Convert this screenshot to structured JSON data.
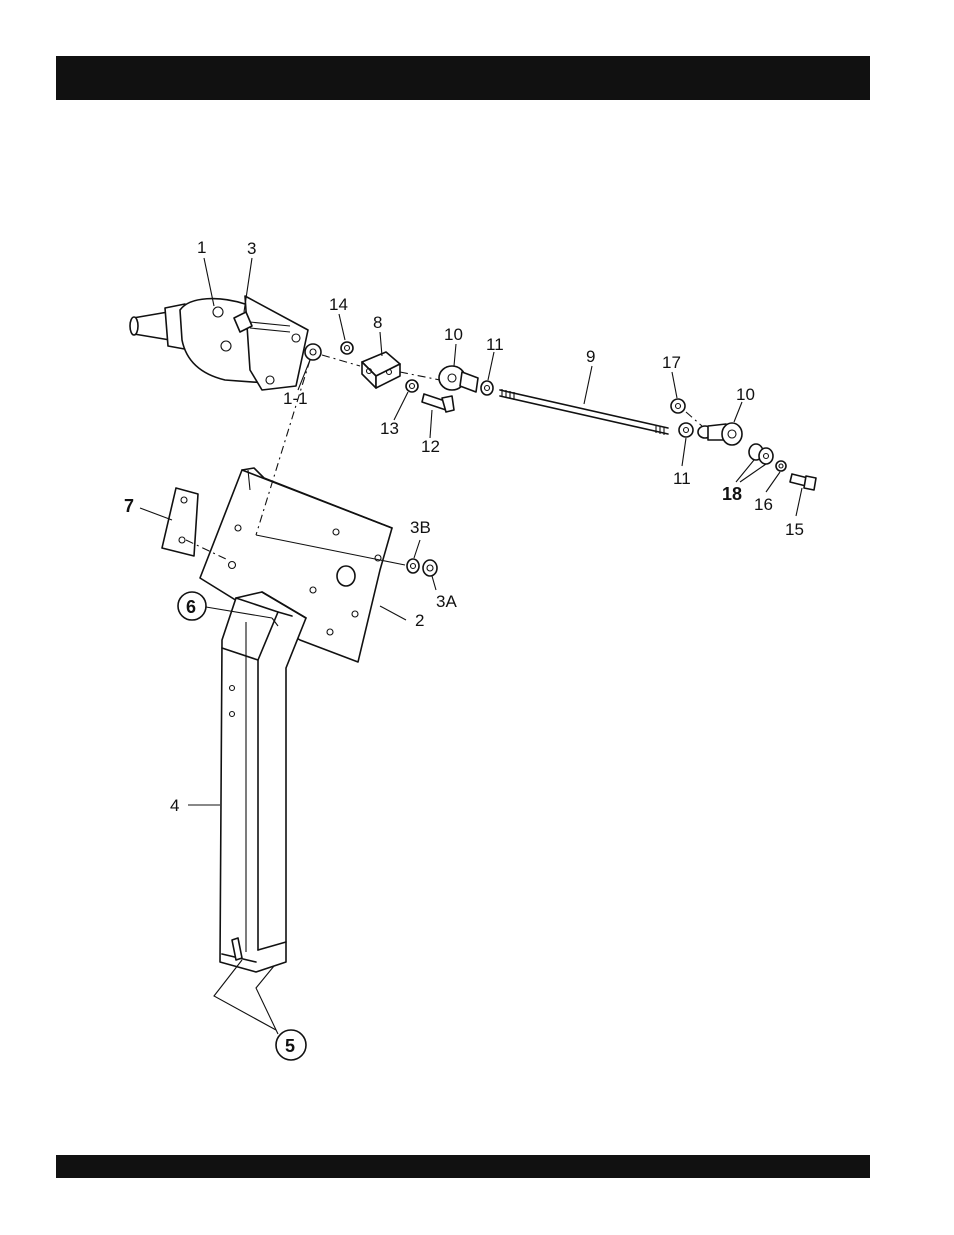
{
  "header": {
    "text": ""
  },
  "footer": {
    "text": ""
  },
  "callouts": {
    "p1": "1",
    "p3": "3",
    "p14": "14",
    "p8": "8",
    "p10a": "10",
    "p11a": "11",
    "p9": "9",
    "p17": "17",
    "p10b": "10",
    "p1_1": "1-1",
    "p13": "13",
    "p12": "12",
    "p11b": "11",
    "p18": "18",
    "p16": "16",
    "p15": "15",
    "p7": "7",
    "p3B": "3B",
    "p3A": "3A",
    "p2": "2",
    "p6": "6",
    "p4": "4",
    "p5": "5"
  },
  "colors": {
    "bar": "#111111",
    "ink": "#111111",
    "paper": "#ffffff"
  }
}
